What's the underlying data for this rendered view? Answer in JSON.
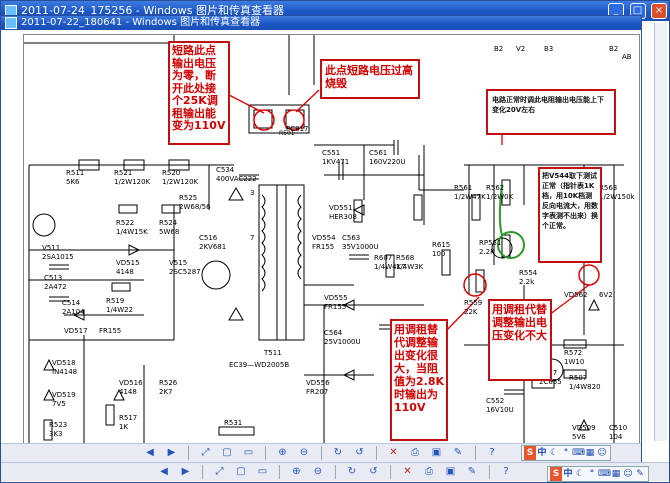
{
  "back_window": {
    "title": "2011-07-24_175256 - Windows 图片和传真查看器"
  },
  "front_window": {
    "title": "2011-07-22_180641 - Windows 图片和传真查看器"
  },
  "window_buttons": {
    "minimize": "_",
    "maximize": "□",
    "close": "×"
  },
  "toolbar": {
    "icons": [
      "prev-icon",
      "next-icon",
      "best-fit-icon",
      "actual-size-icon",
      "slideshow-icon",
      "zoom-in-icon",
      "zoom-out-icon",
      "rotate-cw-icon",
      "rotate-ccw-icon",
      "delete-icon",
      "print-icon",
      "save-icon",
      "edit-icon",
      "help-icon"
    ]
  },
  "ime": {
    "label": "中",
    "moon": "☾",
    "punct": "°",
    "kbd": "⌨",
    "grid": "▦",
    "user": "☺",
    "tools": "✎"
  },
  "annotations": {
    "short_point": "短路此点输出电压为零，断开此处接个25K调租输出能变为110V",
    "short_burn": "此点短路电压过高烧毁",
    "normal_range": "电路正常时调此电阻输出电压能上下变化20V左右",
    "v544_test": "把V544取下测试正常（指针表1K档，用10K档测反向电流大，用数字表测不出来）换个正常。",
    "adjust_resistor": "用调租替代调整输出变化很大，当阻值为2.8K时输出为110V",
    "adjust_small": "用调租代替调整输出电压变化不大"
  },
  "schematic": {
    "labels": {
      "pc817": "PC817",
      "r501": "R501",
      "c534": "C534",
      "c534v": "400VAC222",
      "c551": "C551",
      "c551v": "1KV471",
      "c561": "C561",
      "c561v": "160V220U",
      "vd551": "VD551",
      "vd551t": "HER308",
      "r511": "R511",
      "r511v": "5K6",
      "r521": "R521",
      "r521v": "1/2W120K",
      "r520": "R520",
      "r520v": "1/2W120K",
      "r525": "R525",
      "r525v": "2W68/56",
      "v511": "V511",
      "v511t": "2SA1015",
      "r522": "R522",
      "r522v": "1/4W15K",
      "r524": "R524",
      "r524v": "5W68",
      "vd515": "VD515",
      "vd515t": "4148",
      "v515": "V515",
      "v515t": "2SC5287",
      "c513": "C513",
      "c513v": "2A472",
      "c514": "C514",
      "c514v": "2A104",
      "r519": "R519",
      "r519v": "1/4W22",
      "vd517": "VD517",
      "vd517t": "FR155",
      "vd518": "VD518",
      "vd518t": "IN4148",
      "vd519": "VD519",
      "vd519t": "7V5",
      "r523": "R523",
      "r523v": "3K3",
      "vd516": "VD516",
      "vd516t": "4148",
      "r517": "R517",
      "r517v": "1K",
      "r526": "R526",
      "r526v": "2K7",
      "t511": "T511",
      "t511t": "EC39—WD2005B",
      "vd556": "VD556",
      "vd556t": "FR207",
      "r531": "R531",
      "vd555": "VD555",
      "vd555t": "FR155",
      "c564": "C564",
      "c564v": "25V1000U",
      "vd554": "VD554",
      "vd554t": "FR155",
      "c563": "C563",
      "c563v": "35V1000U",
      "r607": "R607",
      "r607v": "1/4W4K7",
      "r568": "R568",
      "r568v": "1/4W3K",
      "r615": "R615",
      "r615v": "100",
      "r561": "R561",
      "r561v": "1/2W47K",
      "r562": "R562",
      "r562v": "1/2W0K",
      "rp551": "RP551",
      "rp551v": "2.2K",
      "r559": "R559",
      "r559v": "22K",
      "r554": "R554",
      "r554v": "2.2k",
      "vd562": "VD562",
      "vd562t": "6V2",
      "r563": "R563",
      "r563v": "1/2W150k",
      "r572": "R572",
      "r572v": "1W10",
      "v517": "V517",
      "v517t": "2C655",
      "r507": "R507",
      "r507v": "1/4W820",
      "c552": "C552",
      "c552v": "16V10U",
      "vd509": "VD509",
      "vd509t": "5V6",
      "c510": "C510",
      "c510v": "104",
      "b1": "B1",
      "b2": "B2",
      "v2": "V2",
      "b3": "B3",
      "b2b": "B2",
      "ab": "AB",
      "pin3": "3",
      "pin7": "7",
      "c516": "C516",
      "c516v": "2KV681"
    }
  }
}
